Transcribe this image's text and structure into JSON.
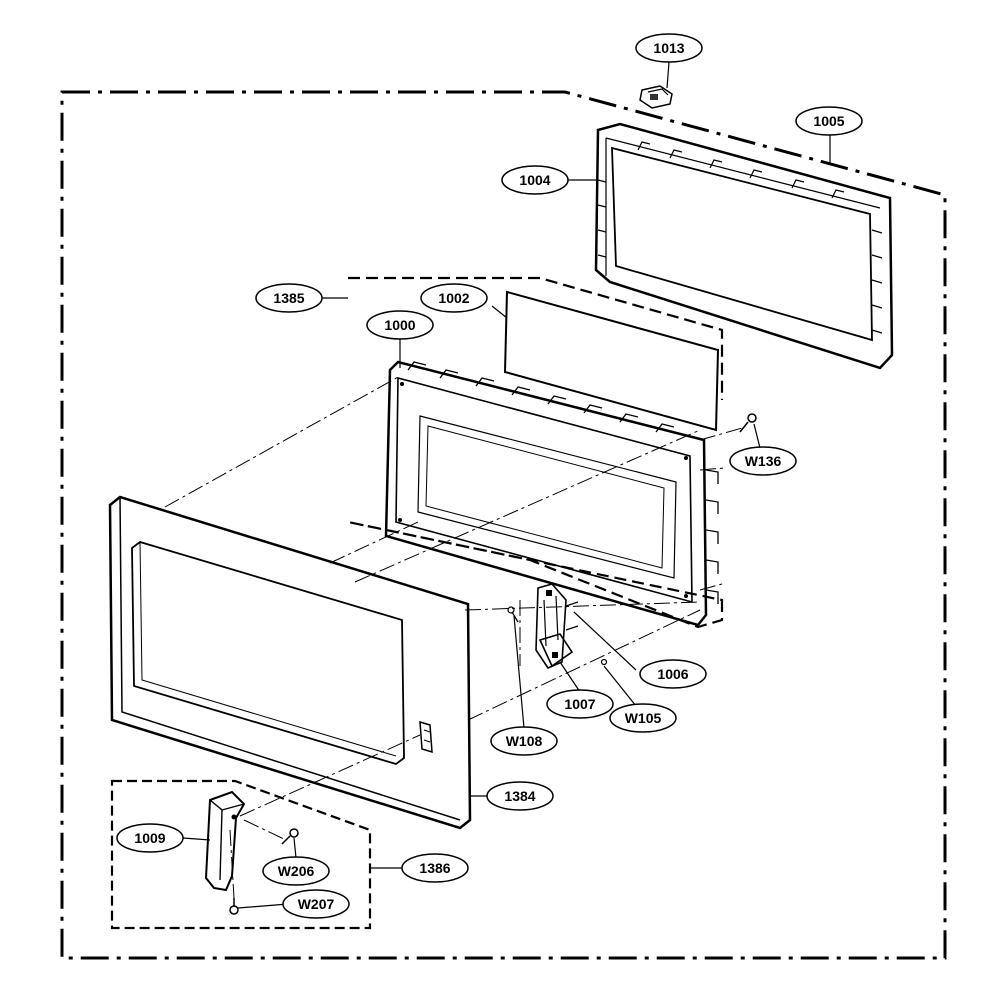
{
  "callouts": {
    "c1013": "1013",
    "c1005": "1005",
    "c1004": "1004",
    "c1385": "1385",
    "c1002": "1002",
    "c1000": "1000",
    "cW136": "W136",
    "c1006": "1006",
    "c1007": "1007",
    "cW105": "W105",
    "cW108": "W108",
    "c1384": "1384",
    "c1009": "1009",
    "cW206": "W206",
    "c1386": "1386",
    "cW207": "W207"
  }
}
